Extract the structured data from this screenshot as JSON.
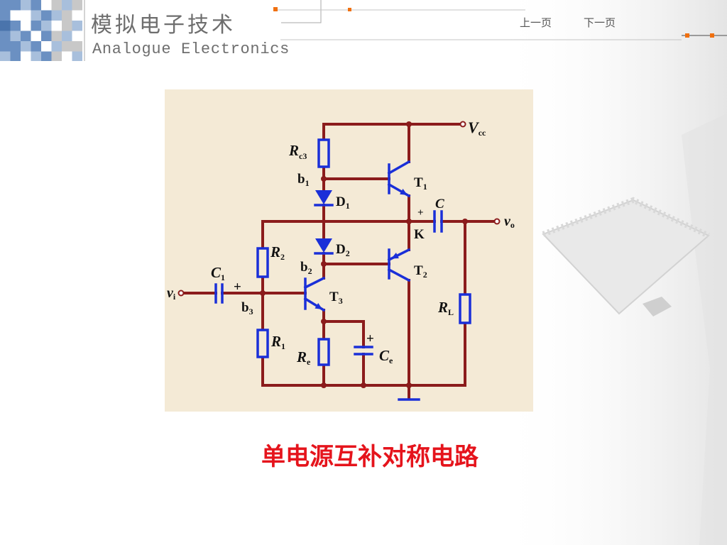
{
  "header": {
    "title": "模拟电子技术",
    "subtitle": "Analogue Electronics",
    "nav": {
      "prev_label": "上一页",
      "next_label": "下一页"
    }
  },
  "diagram": {
    "labels": {
      "vcc": {
        "main": "V",
        "sub": "cc"
      },
      "rc3": {
        "main": "R",
        "sub": "c3"
      },
      "b1": {
        "main": "b",
        "sub": "1"
      },
      "d1": {
        "main": "D",
        "sub": "1"
      },
      "t1": {
        "main": "T",
        "sub": "1"
      },
      "c_out": "C",
      "c_out_plus": "+",
      "k": "K",
      "vo": {
        "main": "v",
        "sub": "o"
      },
      "d2": {
        "main": "D",
        "sub": "2"
      },
      "b2": {
        "main": "b",
        "sub": "2"
      },
      "t2": {
        "main": "T",
        "sub": "2"
      },
      "r2": {
        "main": "R",
        "sub": "2"
      },
      "c1": {
        "main": "C",
        "sub": "1"
      },
      "c1_plus": "+",
      "vi": {
        "main": "v",
        "sub": "i"
      },
      "b3": {
        "main": "b",
        "sub": "3"
      },
      "t3": {
        "main": "T",
        "sub": "3"
      },
      "r1": {
        "main": "R",
        "sub": "1"
      },
      "rl": {
        "main": "R",
        "sub": "L"
      },
      "re": {
        "main": "R",
        "sub": "e"
      },
      "ce": {
        "main": "C",
        "sub": "e"
      },
      "ce_plus": "+"
    }
  },
  "caption": "单电源互补对称电路",
  "colors": {
    "wire": "#8b1c1c",
    "component": "#1a2fd8",
    "caption": "#e5141c",
    "diagram_background": "#f4ead6",
    "title_text": "#6e6e6e",
    "accent_orange": "#f07010"
  }
}
